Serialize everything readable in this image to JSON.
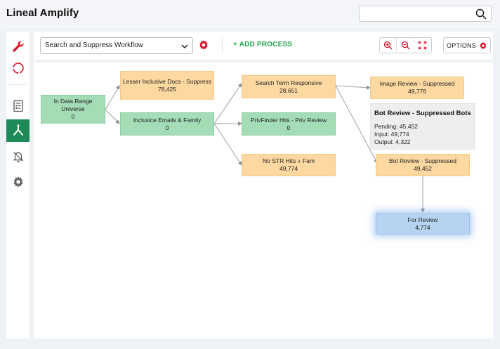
{
  "app": {
    "title": "Lineal Amplify"
  },
  "search": {
    "value": "",
    "placeholder": "",
    "icon": "search-icon"
  },
  "sidebar": {
    "items": [
      {
        "name": "tools",
        "icon": "wrench-icon",
        "active": false
      },
      {
        "name": "refresh",
        "icon": "refresh-cycle-icon",
        "active": false
      },
      {
        "name": "reports",
        "icon": "report-document-icon",
        "active": false
      },
      {
        "name": "workflow",
        "icon": "workflow-branch-icon",
        "active": true
      },
      {
        "name": "notifications",
        "icon": "bell-off-icon",
        "active": false
      },
      {
        "name": "settings",
        "icon": "settings-gear-icon",
        "active": false
      }
    ]
  },
  "toolbar": {
    "workflow_select_value": "Search and Suppress Workflow",
    "add_process_label": "+ ADD PROCESS",
    "options_label": "OPTIONS"
  },
  "colors": {
    "accent_red": "#d9132a",
    "accent_green": "#22a84d",
    "sidebar_active": "#1d8a57",
    "node_green": "#a3dcb5",
    "node_orange": "#fdd9a1",
    "node_blue": "#b6d3f2"
  },
  "nodes": [
    {
      "id": "n1",
      "title": "In Data Range Universe",
      "count": "0",
      "type": "green"
    },
    {
      "id": "n2",
      "title": "Lesser Inclusive Docs - Suppress",
      "count": "78,425",
      "type": "orange"
    },
    {
      "id": "n3",
      "title": "Inclusice Emails & Family",
      "count": "0",
      "type": "green"
    },
    {
      "id": "n4",
      "title": "Search Term Responsive",
      "count": "28,651",
      "type": "orange"
    },
    {
      "id": "n5",
      "title": "PrivFinder Hits - Priv Review",
      "count": "0",
      "type": "green"
    },
    {
      "id": "n6",
      "title": "No STR Hits + Fam",
      "count": "49,774",
      "type": "orange"
    },
    {
      "id": "n7",
      "title": "Image Review - Suppressed",
      "count": "49,776",
      "type": "orange"
    },
    {
      "id": "n8",
      "title": "Bot Review - Suppressed",
      "count": "49,452",
      "type": "orange"
    },
    {
      "id": "n9",
      "title": "For Review",
      "count": "4,774",
      "type": "blue"
    }
  ],
  "tooltip": {
    "title": "Bot Review - Suppressed Bots",
    "pending": "Pending: 45,452",
    "input": "Input: 49,774",
    "output": "Output: 4,322"
  }
}
